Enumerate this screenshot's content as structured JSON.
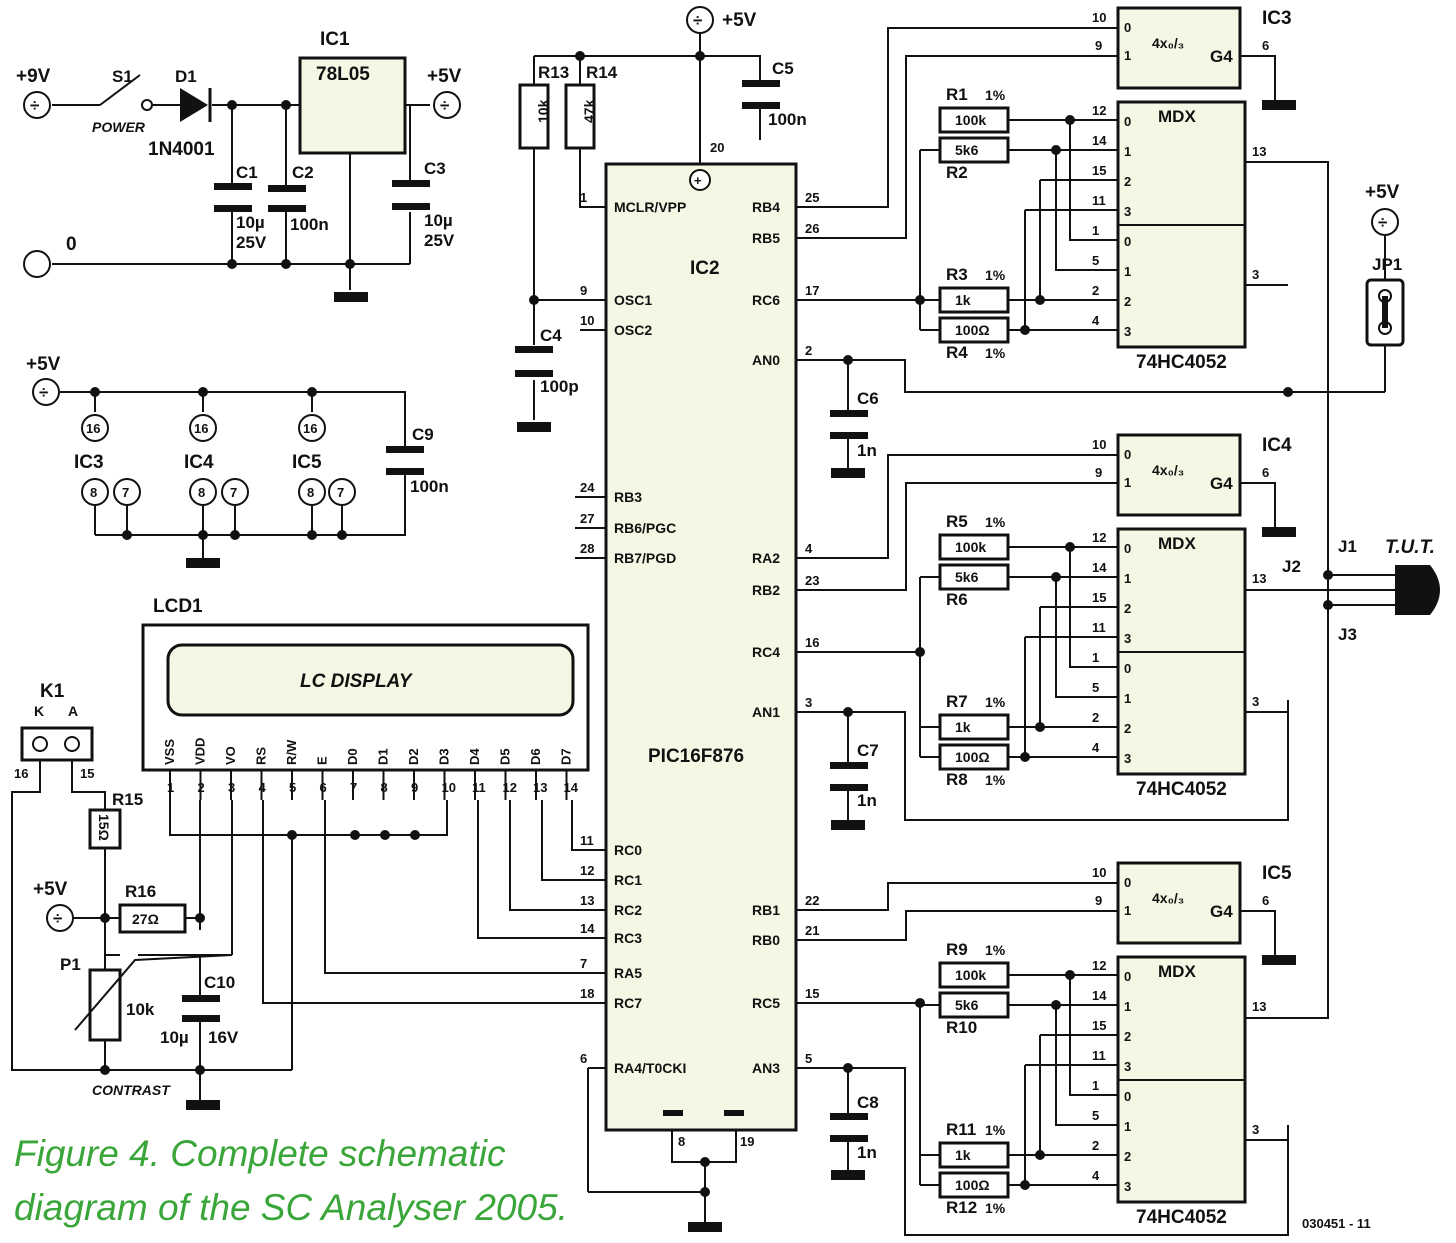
{
  "caption": {
    "line1": "Figure 4. Complete schematic",
    "line2": "diagram of the SC Analyser 2005."
  },
  "figure_code": "030451 - 11",
  "power": {
    "v9": "+9V",
    "v5": "+5V",
    "zero": "0",
    "switch": "S1",
    "switch_label": "POWER",
    "diode": "D1",
    "diode_part": "1N4001",
    "regulator": "IC1",
    "regulator_part": "78L05",
    "c1": "C1",
    "c1_val": "10µ",
    "c1_v": "25V",
    "c2": "C2",
    "c2_val": "100n",
    "c3": "C3",
    "c3_val": "10µ",
    "c3_v": "25V"
  },
  "decoupling": {
    "v5": "+5V",
    "ic3": "IC3",
    "ic4": "IC4",
    "ic5": "IC5",
    "pin16": "16",
    "pin8": "8",
    "pin7": "7",
    "c9": "C9",
    "c9_val": "100n"
  },
  "mcu": {
    "name": "IC2",
    "part": "PIC16F876",
    "r13": "R13",
    "r13_val": "10k",
    "r14": "R14",
    "r14_val": "47k",
    "c4": "C4",
    "c4_val": "100p",
    "c5": "C5",
    "c5_val": "100n",
    "c6": "C6",
    "c6_val": "1n",
    "c7": "C7",
    "c7_val": "1n",
    "c8": "C8",
    "c8_val": "1n",
    "v5": "+5V",
    "left_pins": [
      {
        "num": "1",
        "name": "MCLR/VPP"
      },
      {
        "num": "9",
        "name": "OSC1"
      },
      {
        "num": "10",
        "name": "OSC2"
      },
      {
        "num": "24",
        "name": "RB3"
      },
      {
        "num": "27",
        "name": "RB6/PGC"
      },
      {
        "num": "28",
        "name": "RB7/PGD"
      },
      {
        "num": "11",
        "name": "RC0"
      },
      {
        "num": "12",
        "name": "RC1"
      },
      {
        "num": "13",
        "name": "RC2"
      },
      {
        "num": "14",
        "name": "RC3"
      },
      {
        "num": "7",
        "name": "RA5"
      },
      {
        "num": "18",
        "name": "RC7"
      },
      {
        "num": "6",
        "name": "RA4/T0CKI"
      }
    ],
    "right_pins": [
      {
        "num": "25",
        "name": "RB4"
      },
      {
        "num": "26",
        "name": "RB5"
      },
      {
        "num": "17",
        "name": "RC6"
      },
      {
        "num": "2",
        "name": "AN0"
      },
      {
        "num": "4",
        "name": "RA2"
      },
      {
        "num": "23",
        "name": "RB2"
      },
      {
        "num": "16",
        "name": "RC4"
      },
      {
        "num": "3",
        "name": "AN1"
      },
      {
        "num": "22",
        "name": "RB1"
      },
      {
        "num": "21",
        "name": "RB0"
      },
      {
        "num": "15",
        "name": "RC5"
      },
      {
        "num": "5",
        "name": "AN3"
      }
    ],
    "top_pin": "20",
    "bottom_pins": [
      "8",
      "19"
    ]
  },
  "muxes": [
    {
      "ic": "IC3",
      "part": "74HC4052",
      "mdx": "MDX",
      "gate": "G4",
      "gate_sym": "4x₀/₃",
      "sel_pins": [
        "10",
        "9"
      ],
      "sel_names": [
        "0",
        "1"
      ],
      "pin6": "6",
      "in_pins": [
        "12",
        "14",
        "15",
        "11",
        "1",
        "5",
        "2",
        "4"
      ],
      "ch_names": [
        "0",
        "1",
        "2",
        "3",
        "0",
        "1",
        "2",
        "3"
      ],
      "out_pins": [
        "13",
        "3"
      ],
      "r_top": [
        {
          "name": "R1",
          "val": "100k",
          "tol": "1%"
        },
        {
          "name": "R2",
          "val": "5k6",
          "tol": ""
        }
      ],
      "r_bot": [
        {
          "name": "R3",
          "val": "1k",
          "tol": "1%"
        },
        {
          "name": "R4",
          "val": "100Ω",
          "tol": "1%"
        }
      ]
    },
    {
      "ic": "IC4",
      "part": "74HC4052",
      "mdx": "MDX",
      "gate": "G4",
      "gate_sym": "4x₀/₃",
      "sel_pins": [
        "10",
        "9"
      ],
      "sel_names": [
        "0",
        "1"
      ],
      "pin6": "6",
      "in_pins": [
        "12",
        "14",
        "15",
        "11",
        "1",
        "5",
        "2",
        "4"
      ],
      "ch_names": [
        "0",
        "1",
        "2",
        "3",
        "0",
        "1",
        "2",
        "3"
      ],
      "out_pins": [
        "13",
        "3"
      ],
      "r_top": [
        {
          "name": "R5",
          "val": "100k",
          "tol": "1%"
        },
        {
          "name": "R6",
          "val": "5k6",
          "tol": ""
        }
      ],
      "r_bot": [
        {
          "name": "R7",
          "val": "1k",
          "tol": "1%"
        },
        {
          "name": "R8",
          "val": "100Ω",
          "tol": "1%"
        }
      ]
    },
    {
      "ic": "IC5",
      "part": "74HC4052",
      "mdx": "MDX",
      "gate": "G4",
      "gate_sym": "4x₀/₃",
      "sel_pins": [
        "10",
        "9"
      ],
      "sel_names": [
        "0",
        "1"
      ],
      "pin6": "6",
      "in_pins": [
        "12",
        "14",
        "15",
        "11",
        "1",
        "5",
        "2",
        "4"
      ],
      "ch_names": [
        "0",
        "1",
        "2",
        "3",
        "0",
        "1",
        "2",
        "3"
      ],
      "out_pins": [
        "13",
        "3"
      ],
      "r_top": [
        {
          "name": "R9",
          "val": "100k",
          "tol": "1%"
        },
        {
          "name": "R10",
          "val": "5k6",
          "tol": ""
        }
      ],
      "r_bot": [
        {
          "name": "R11",
          "val": "1k",
          "tol": "1%"
        },
        {
          "name": "R12",
          "val": "100Ω",
          "tol": "1%"
        }
      ]
    }
  ],
  "lcd": {
    "name": "LCD1",
    "screen": "LC DISPLAY",
    "pins": [
      "VSS",
      "VDD",
      "VO",
      "RS",
      "R/W",
      "E",
      "D0",
      "D1",
      "D2",
      "D3",
      "D4",
      "D5",
      "D6",
      "D7"
    ],
    "nums": [
      "1",
      "2",
      "3",
      "4",
      "5",
      "6",
      "7",
      "8",
      "9",
      "10",
      "11",
      "12",
      "13",
      "14"
    ]
  },
  "backlight": {
    "k1": "K1",
    "k": "K",
    "a": "A",
    "p16": "16",
    "p15": "15",
    "r15": "R15",
    "r15_val": "15Ω",
    "r16": "R16",
    "r16_val": "27Ω",
    "v5": "+5V",
    "p1": "P1",
    "p1_val": "10k",
    "c10": "C10",
    "c10_val": "10µ",
    "c10_v": "16V",
    "contrast": "CONTRAST"
  },
  "tut": {
    "label": "T.U.T.",
    "j1": "J1",
    "j2": "J2",
    "j3": "J3",
    "jp1": "JP1",
    "v5": "+5V"
  }
}
